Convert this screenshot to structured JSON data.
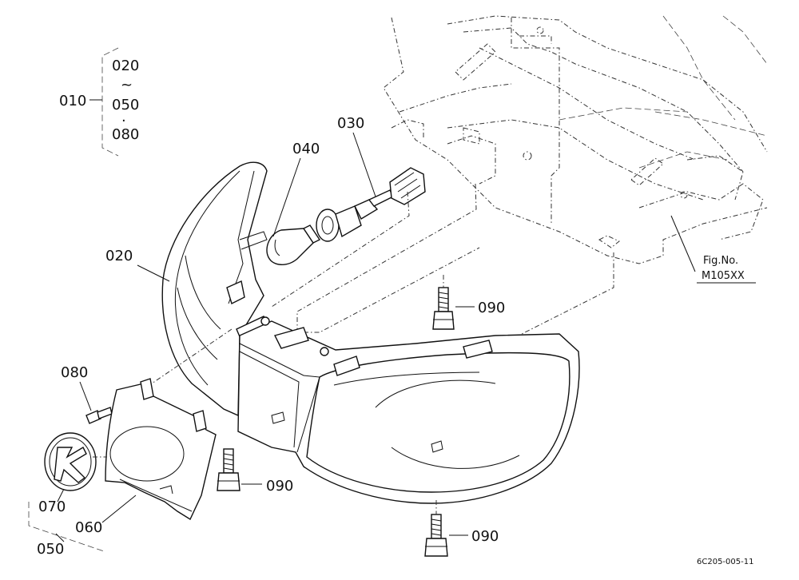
{
  "callouts": {
    "c010": "010",
    "c020_group": "020",
    "c_tilde": "~",
    "c050_group": "050",
    "c_dot": "·",
    "c080_group": "080",
    "c030": "030",
    "c040": "040",
    "c020": "020",
    "c090_a": "090",
    "c080": "080",
    "c070": "070",
    "c060": "060",
    "c050": "050",
    "c090_b": "090",
    "c090_c": "090"
  },
  "reference": {
    "fig_label": "Fig.No.",
    "fig_number": "M105XX"
  },
  "drawing_code": "6C205-005-11"
}
